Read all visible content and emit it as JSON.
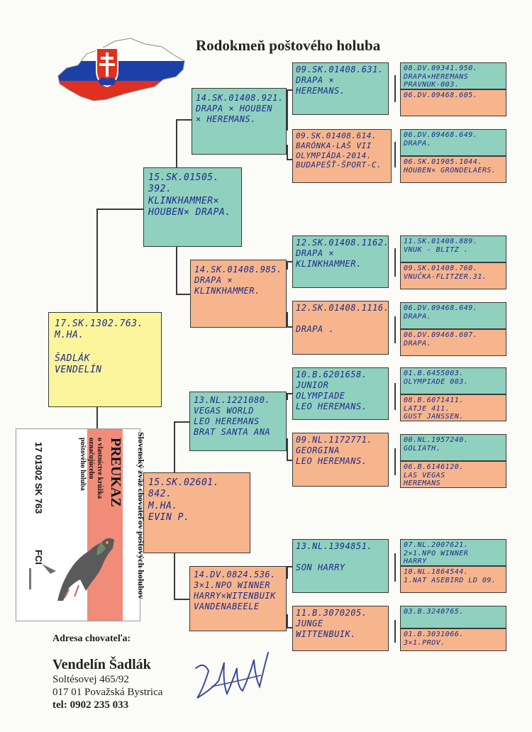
{
  "title": "Rodokmeň poštového holuba",
  "colors": {
    "green": "#8fd0bf",
    "orange": "#f6b58c",
    "yellow": "#fbf59c",
    "ink": "#1d2a8a"
  },
  "subject": "17.SK.1302.763.\n      M.HA.\n\nŠADLÁK\n  VENDELÍN",
  "gen1": {
    "sire": "15.SK.01505.\n       392.\nKLINKHAMMER×\nHOUBEN× DRAPA.",
    "dam": "15.SK.02601.\n       842.\n         M.HA.\n  EVIN P."
  },
  "gen2": {
    "ss": "14.SK.01408.921.\nDRAPA × HOUBEN\n× HEREMANS.",
    "sd": "14.SK.01408.985.\nDRAPA ×\n     KLINKHAMMER.",
    "ds": "13.NL.1221080.\nVEGAS WORLD\nLEO HEREMANS\nBRAT SANTA ANA",
    "dd": "14.DV.0824.536.\n3×1.NPO WINNER\nHARRY×WITENBUIK\nVANDENABEELE"
  },
  "gen3": [
    "09.SK.01408.631.\nDRAPA ×\n      HEREMANS.",
    "09.SK.01408.614.\nBARÓNKA-LAŠ VII\nOLYMPIÁDA-2014.\nBUDAPEŠŤ-ŠPORT-C.",
    "12.SK.01408.1162.\nDRAPA ×\n   KLINKHAMMER.",
    "12.SK.01408.1116.\n\nDRAPA .",
    "10.B.6201658.\nJUNIOR\n    OLYMPIADE\nLEO HEREMANS.",
    "09.NL.1172771.\nGEORGINA\nLEO HEREMANS.",
    "13.NL.1394851.\n\nSON HARRY",
    "11.B.3070205.\nJUNGE\n    WITTENBUIK."
  ],
  "gen4": [
    "08.DV.09341.950.\nDRAPA×HEREMANS\nPRAVNUK-003.",
    "06.DV.09468.605.",
    "06.DV.09468.649.\nDRAPA.",
    "06.SK.01905.1044.\nHOUBEN× GRONDELAERS.",
    "11.SK.01408.889.\nVNUK - BLITZ .",
    "09.SK.01408.760.\nVNUČKA-FLITZER.31.",
    "06.DV.09468.649.\nDRAPA.",
    "06.DV.09468.607.\nDRAPA.",
    "01.B.6455003.\nOLYMPIADE 003.",
    "08.B.6071411.\nLATJE 411.\nGUST JANSSEN.",
    "00.NL.1957240.\nGOLIATH.",
    "06.B.6146120.\nLAS VEGAS\nHEREMANS",
    "07.NL.2007621.\n2×1.NPO WINNER\nHARRY",
    "10.NL.1864544.\n1.NAT ASEBIRD LD 09.",
    "03.B.3240765.",
    "01.B.3031066.\n3×1.PROV."
  ],
  "card": {
    "org": "Slovenský zväz chovateľov poštových holubov",
    "heading": "PREUKAZ",
    "sub1": "o vlastníctve krúžka",
    "sub2": "označujúceho",
    "sub3": "poštového holuba",
    "ring": "17 01302 SK 763",
    "fci": "FCI"
  },
  "address": {
    "label": "Adresa chovateľa:",
    "name": "Vendelín Šadlák",
    "street": "Soltésovej 465/92",
    "city": "017 01 Považská Bystrica",
    "tel": "tel: 0902 235 033"
  }
}
